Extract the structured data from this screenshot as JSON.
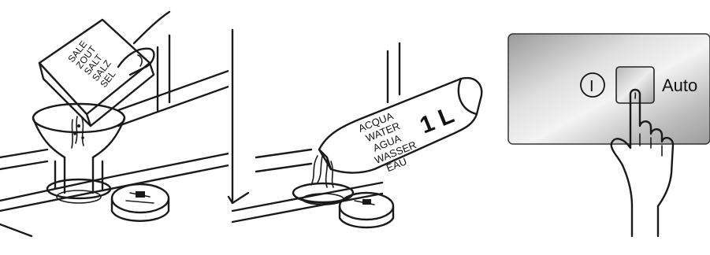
{
  "step1": {
    "box_labels": [
      "SALE",
      "ZOUT",
      "SALT",
      "SALZ",
      "SEL"
    ]
  },
  "step2": {
    "bottle_labels": [
      "ACQUA",
      "WATER",
      "AGUA",
      "WASSER",
      "EAU"
    ],
    "volume": "1 L"
  },
  "step3": {
    "power_symbol": "I",
    "auto_label": "Auto"
  }
}
